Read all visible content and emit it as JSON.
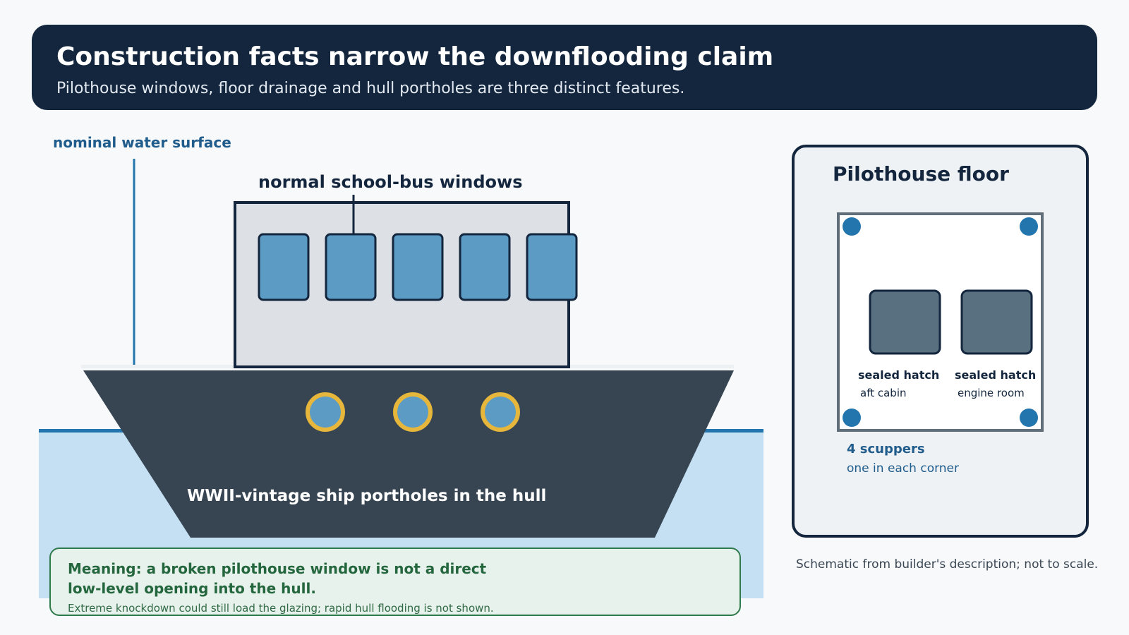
{
  "header": {
    "title": "Construction facts narrow the downflooding claim",
    "subtitle": "Pilothouse windows, floor drainage and hull portholes are three distinct features."
  },
  "ship": {
    "water_label": "nominal water surface",
    "windows_label": "normal school-bus windows",
    "window_count": 5,
    "porthole_label": "WWII-vintage ship portholes in the hull",
    "porthole_count": 3
  },
  "panel": {
    "title": "Pilothouse floor",
    "hatches": [
      {
        "label": "sealed hatch",
        "sub": "aft cabin"
      },
      {
        "label": "sealed hatch",
        "sub": "engine room"
      }
    ],
    "scuppers_label": "4 scuppers",
    "scuppers_sub": "one in each corner"
  },
  "meaning": {
    "line1": "Meaning: a broken pilothouse window is not a direct low-level opening into the hull.",
    "line2": "Extreme knockdown could still load the glazing; rapid hull flooding is not shown."
  },
  "note": "Schematic from builder's description; not to scale.",
  "colors": {
    "navy": "#13263d",
    "hull": "#374553",
    "water": "#c5e0f3",
    "waterline": "#2275ad",
    "window": "#5b9bc4",
    "porthole_rim": "#e7b73c",
    "hatch": "#58707f",
    "green": "#2f7a4b"
  }
}
